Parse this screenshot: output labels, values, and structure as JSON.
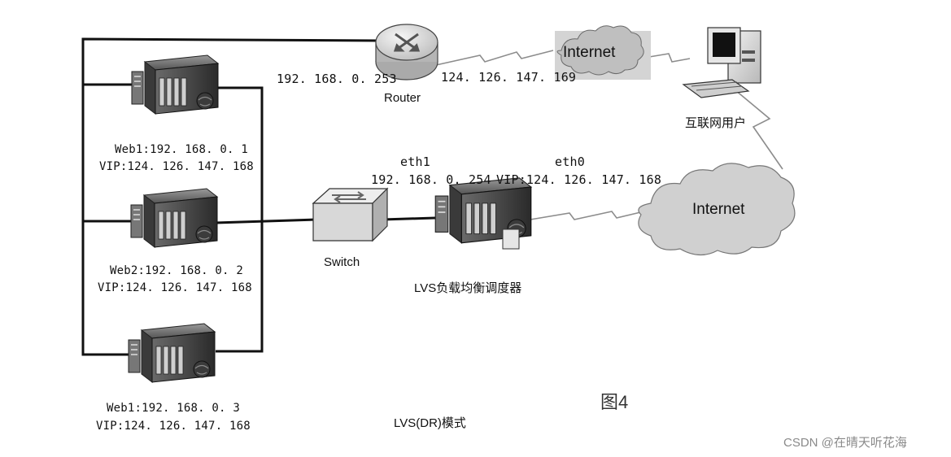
{
  "router": {
    "label": "Router",
    "ip_lan": "192. 168. 0. 253",
    "ip_wan": "124. 126. 147. 169"
  },
  "clouds": {
    "top": "Internet",
    "bottom": "Internet"
  },
  "client": {
    "label": "互联网用户"
  },
  "web1": {
    "rip": "Web1:192. 168. 0. 1",
    "vip": "VIP:124. 126. 147. 168"
  },
  "web2": {
    "rip": "Web2:192. 168. 0. 2",
    "vip": "VIP:124. 126. 147. 168"
  },
  "web3": {
    "rip": "Web1:192. 168. 0. 3",
    "vip": "VIP:124. 126. 147. 168"
  },
  "switch": {
    "label": "Switch"
  },
  "lvs": {
    "eth1_label": "eth1",
    "eth1_ip": "192. 168. 0. 254",
    "eth0_label": "eth0",
    "eth0_vip": "VIP:124. 126. 147. 168",
    "name": "LVS负载均衡调度器"
  },
  "caption": "LVS(DR)模式",
  "figure_label": "图4",
  "watermark": "CSDN @在晴天听花海"
}
